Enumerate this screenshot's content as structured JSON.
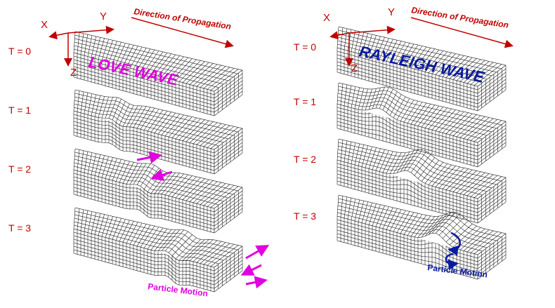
{
  "colors": {
    "red": "#c00000",
    "magenta": "#e000e0",
    "blue": "#0a1aa0",
    "grid": "#222222"
  },
  "panels": [
    {
      "id": "love",
      "axis_x": "X",
      "axis_y": "Y",
      "axis_z": "Z",
      "direction": "Direction of Propagation",
      "title": "LOVE WAVE",
      "particle_motion": "Particle Motion",
      "times": [
        "T = 0",
        "T = 1",
        "T = 2",
        "T = 3"
      ]
    },
    {
      "id": "rayleigh",
      "axis_x": "X",
      "axis_y": "Y",
      "axis_z": "Z",
      "direction": "Direction of Propagation",
      "title": "RAYLEIGH WAVE",
      "particle_motion": "Particle Motion",
      "times": [
        "T = 0",
        "T = 1",
        "T = 2",
        "T = 3"
      ]
    }
  ]
}
